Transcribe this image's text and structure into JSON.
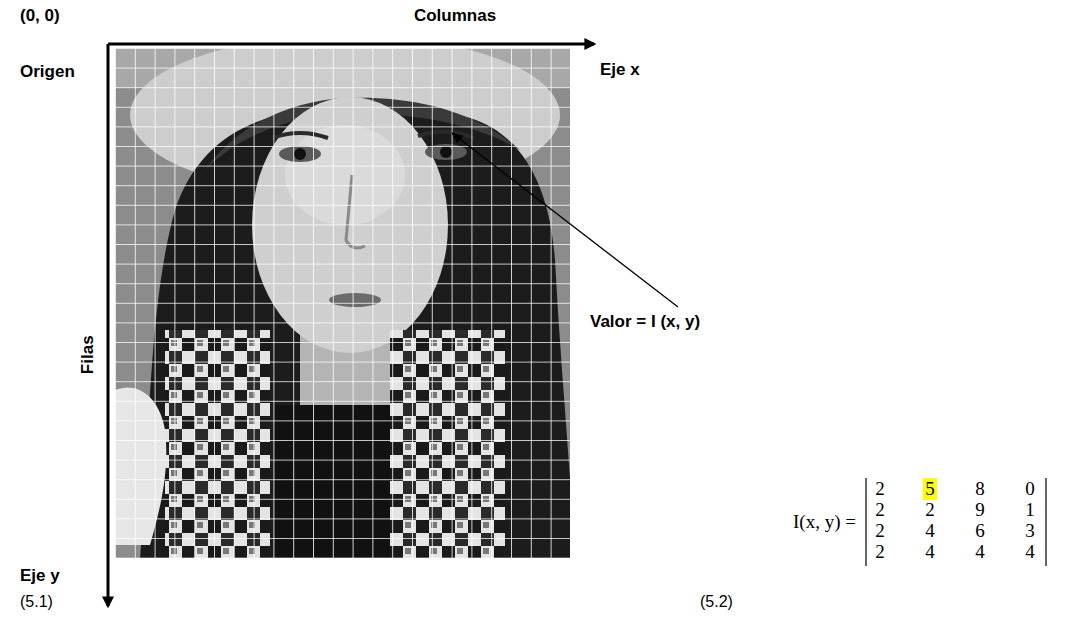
{
  "diagram": {
    "labels": [
      "(0, 0)",
      "Columnas",
      "Origen",
      "Eje x",
      "Filas",
      "Valor = I (x, y)",
      "Eje y",
      "(5.1)",
      "(5.2)",
      "I(x, y) =",
      "2",
      "5",
      "8",
      "0",
      "2",
      "2",
      "9",
      "1",
      "2",
      "4",
      "6",
      "3",
      "2",
      "4",
      "4",
      "4"
    ]
  }
}
